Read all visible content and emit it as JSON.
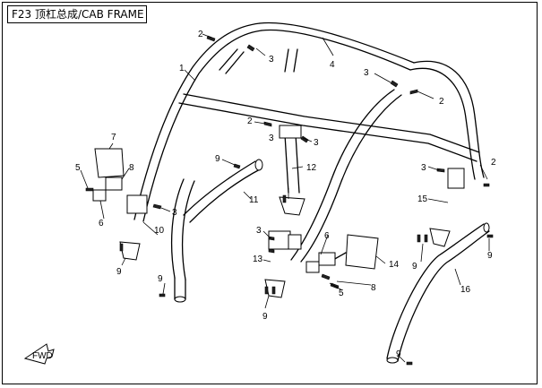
{
  "title": "F23 顶杠总成/CAB FRAME",
  "callouts": {
    "c1": "1",
    "c2a": "2",
    "c2b": "2",
    "c2c": "2",
    "c2d": "2",
    "c3a": "3",
    "c3b": "3",
    "c3c": "3",
    "c3d": "3",
    "c3e": "3",
    "c3f": "3",
    "c3g": "3",
    "c4": "4",
    "c5a": "5",
    "c5b": "5",
    "c6a": "6",
    "c6b": "6",
    "c7": "7",
    "c8a": "8",
    "c8b": "8",
    "c9a": "9",
    "c9b": "9",
    "c9c": "9",
    "c9d": "9",
    "c9e": "9",
    "c9f": "9",
    "c9g": "9",
    "c10": "10",
    "c11": "11",
    "c12": "12",
    "c13": "13",
    "c14": "14",
    "c15": "15",
    "c16": "16"
  },
  "fwd_label": "FWD"
}
